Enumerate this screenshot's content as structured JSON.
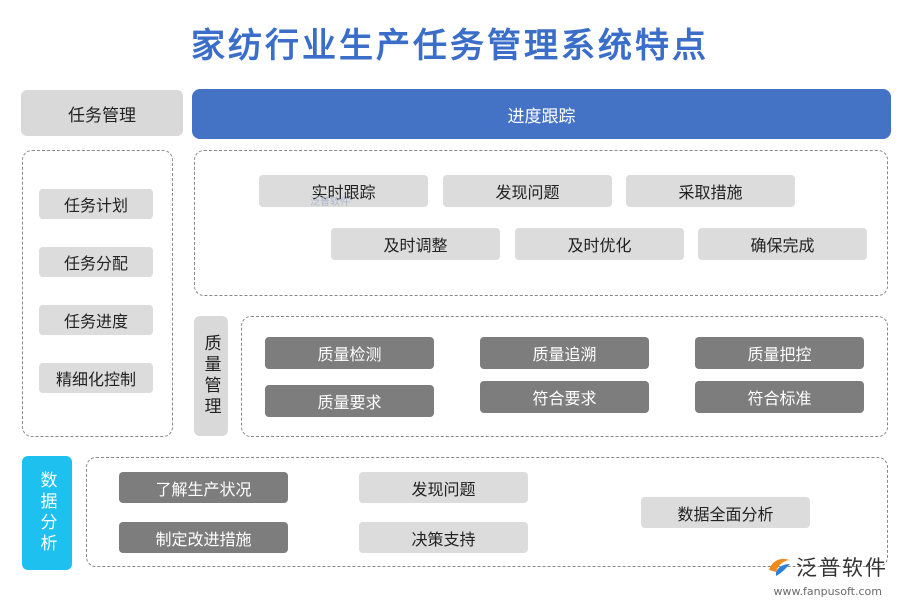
{
  "title": "家纺行业生产任务管理系统特点",
  "left_panel": {
    "header": "任务管理",
    "items": [
      "任务计划",
      "任务分配",
      "任务进度",
      "精细化控制"
    ]
  },
  "progress": {
    "header": "进度跟踪",
    "row1": [
      "实时跟踪",
      "发现问题",
      "采取措施"
    ],
    "row2": [
      "及时调整",
      "及时优化",
      "确保完成"
    ],
    "watermark": "泛普软件"
  },
  "quality": {
    "label": "质量管理",
    "row1": [
      "质量检测",
      "质量追溯",
      "质量把控"
    ],
    "row2": [
      "质量要求",
      "符合要求",
      "符合标准"
    ]
  },
  "data_analysis": {
    "label": "数据分析",
    "col1": [
      "了解生产状况",
      "制定改进措施"
    ],
    "col2": [
      "发现问题",
      "决策支持"
    ],
    "col3": "数据全面分析"
  },
  "logo": {
    "name": "泛普软件",
    "url": "www.fanpusoft.com"
  },
  "colors": {
    "accent_blue": "#4472c4",
    "cyan": "#1ec0f0",
    "dark_pill": "#7d7d7d",
    "light_pill": "#dcdcdc"
  }
}
